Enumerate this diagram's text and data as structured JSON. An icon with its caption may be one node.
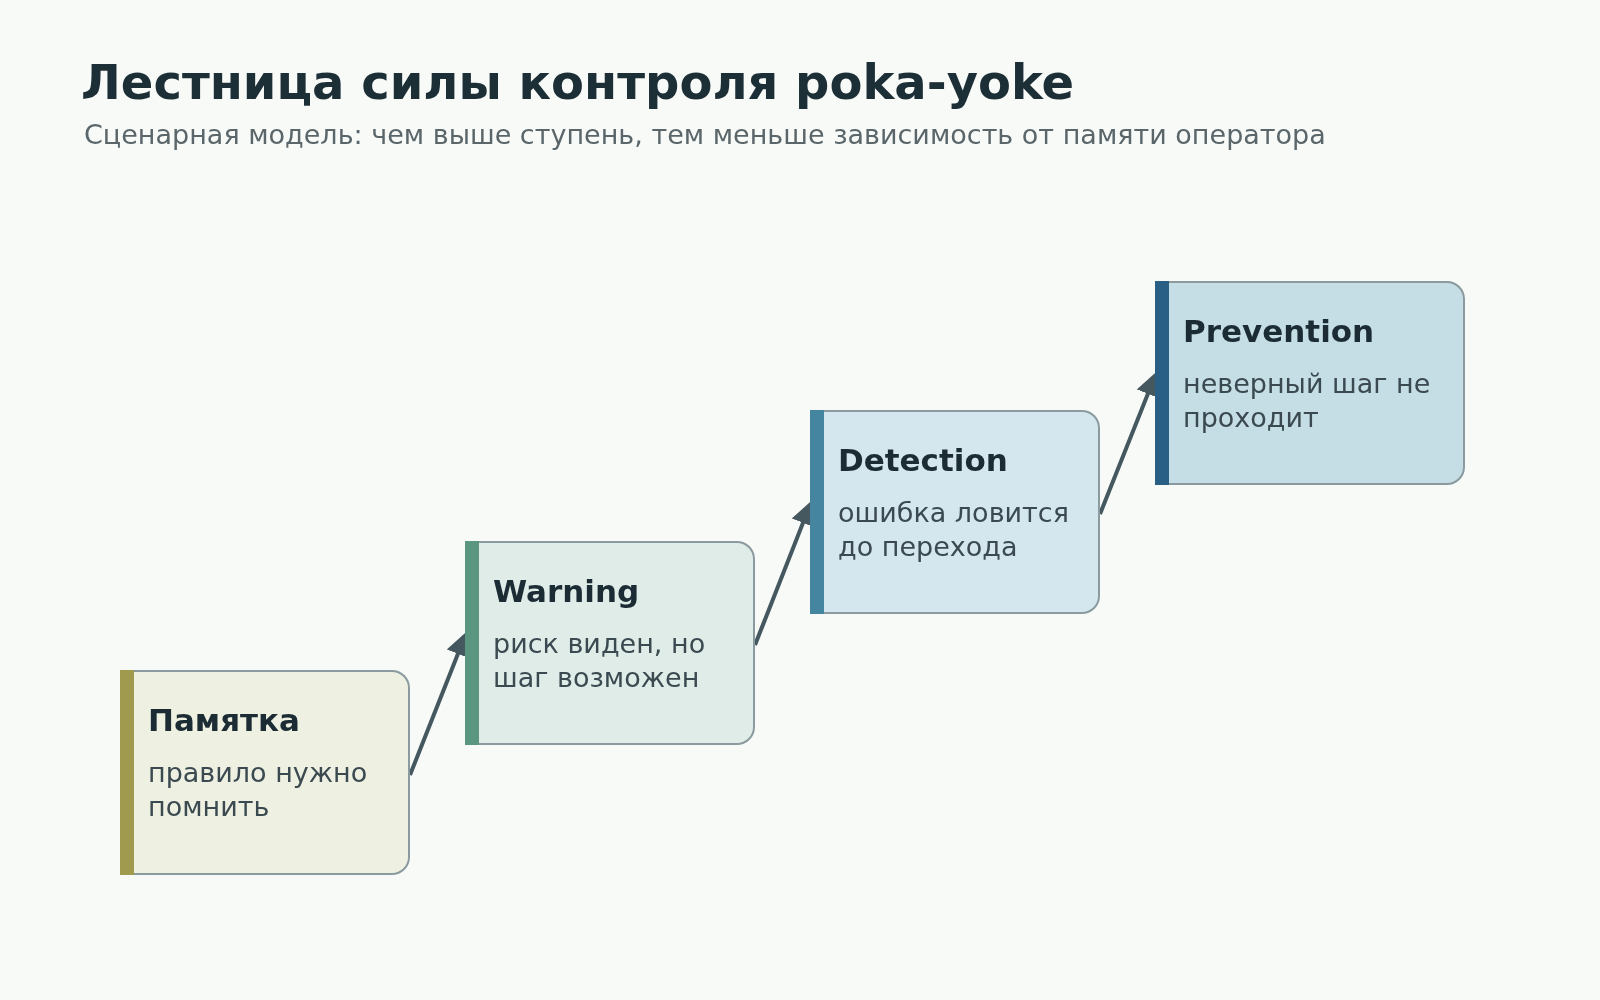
{
  "diagram": {
    "title": "Лестница силы контроля poka-yoke",
    "caption": "Сценарная модель: чем выше ступень, тем меньше зависимость от памяти оператора",
    "nodes": [
      {
        "text": [
          "Памятка",
          "правило нужно помнить"
        ]
      },
      {
        "text": [
          "Warning",
          "риск виден, но шаг возможен"
        ]
      },
      {
        "text": [
          "Detection",
          "ошибка ловится до перехода"
        ]
      },
      {
        "text": [
          "Prevention",
          "неверный шаг не проходит"
        ]
      }
    ],
    "edges": [
      {
        "from": 0,
        "to": 1,
        "arrow": "to"
      },
      {
        "from": 1,
        "to": 2,
        "arrow": "to"
      },
      {
        "from": 2,
        "to": 3,
        "arrow": "to"
      }
    ]
  }
}
